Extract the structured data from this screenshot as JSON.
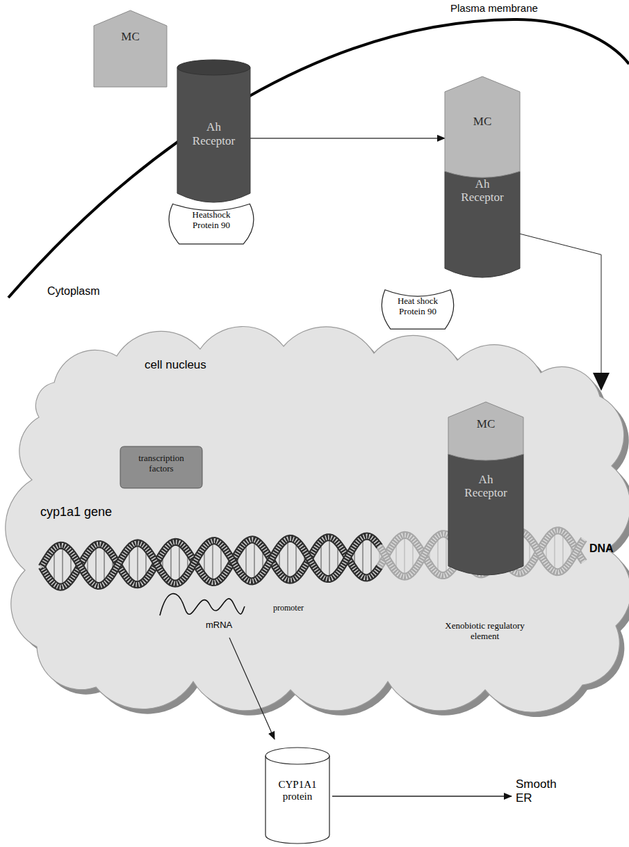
{
  "diagram": {
    "nodes": [
      {
        "text": [
          "MC"
        ]
      },
      {
        "text": [
          "Ah Receptor"
        ]
      },
      {
        "text": [
          "Heatshock Protein 90"
        ]
      },
      {
        "text": [
          "MC",
          "Ah Receptor"
        ]
      },
      {
        "text": [
          "Heat shock Protein 90"
        ]
      },
      {
        "text": [
          "cell nucleus"
        ]
      },
      {
        "text": [
          "transcription factors"
        ],
        "in": 5
      },
      {
        "text": [
          "MC",
          "Ah Receptor"
        ],
        "in": 5
      },
      {
        "text": [
          "CYP1A1 protein"
        ]
      }
    ],
    "edges": [
      {
        "from": 1,
        "to": 3,
        "arrow": "to"
      },
      {
        "from": 3,
        "to": 5,
        "arrow": "to"
      }
    ],
    "labels": [
      "Plasma membrane",
      "Cytoplasm",
      "cyp1a1 gene",
      "promoter",
      "DNA",
      "Xenobiotic regulatory element",
      "mRNA",
      "Smooth ER"
    ]
  }
}
